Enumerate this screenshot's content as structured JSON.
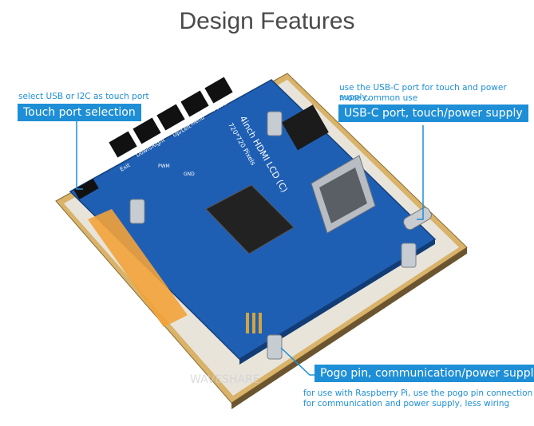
{
  "title": "Design Features",
  "callouts": {
    "touch_port": {
      "desc": "select USB or I2C as touch port",
      "label": "Touch port selection"
    },
    "usbc": {
      "desc_line1": "use the USB-C port for touch and power supply,",
      "desc_line2": "more common use",
      "label": "USB-C port, touch/power supply"
    },
    "pogo": {
      "label": "Pogo pin, communication/power supply",
      "desc_line1": "for use with Raspberry Pi, use the pogo pin connection",
      "desc_line2": "for communication and power supply, less wiring"
    }
  },
  "board": {
    "silkscreen_title": "4inch HDMI LCD (C)",
    "silkscreen_res": "720*720 Pixels",
    "buttons": [
      "Exit",
      "Down/Right",
      "Up/Left",
      "Menu",
      "Power"
    ],
    "pins": [
      "PWM",
      "GND"
    ],
    "watermark": "WAVESHARE"
  },
  "colors": {
    "accent": "#1e8fd6",
    "pcb": "#1f5fb3",
    "title": "#4a4a4a"
  }
}
